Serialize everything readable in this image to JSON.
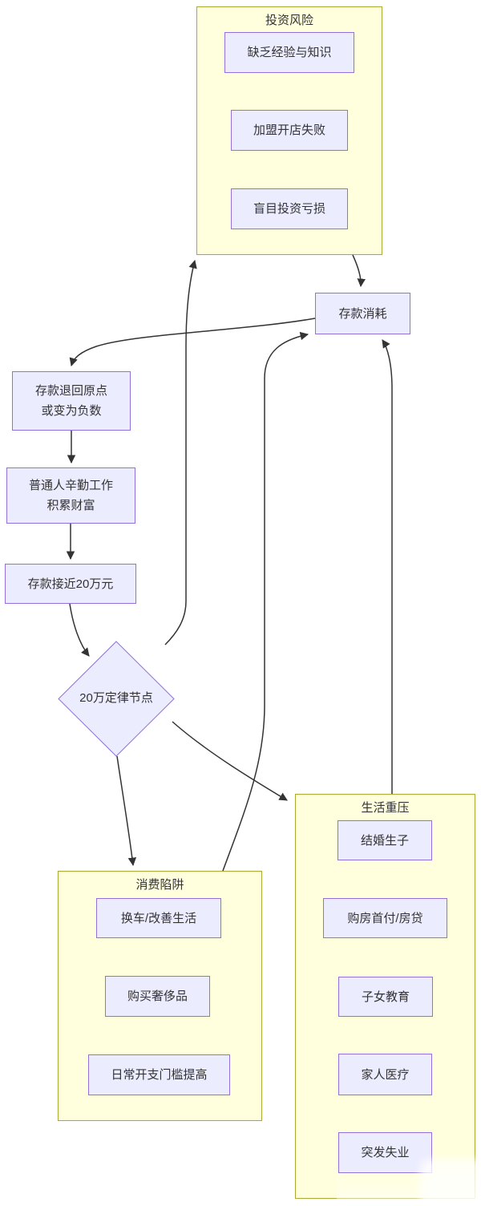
{
  "groups": {
    "investment": {
      "title": "投资风险",
      "items": [
        "缺乏经验与知识",
        "加盟开店失败",
        "盲目投资亏损"
      ]
    },
    "consumption": {
      "title": "消费陷阱",
      "items": [
        "换车/改善生活",
        "购买奢侈品",
        "日常开支门槛提高"
      ]
    },
    "life": {
      "title": "生活重压",
      "items": [
        "结婚生子",
        "购房首付/房贷",
        "子女教育",
        "家人医疗",
        "突发失业"
      ]
    }
  },
  "nodes": {
    "deposit_consumption": "存款消耗",
    "deposit_reset": "存款退回原点\n或变为负数",
    "ordinary_work": "普通人辛勤工作\n积累财富",
    "deposit_near_200k": "存款接近20万元",
    "rule_node": "20万定律节点"
  },
  "edges": [
    {
      "from": "投资风险",
      "to": "存款消耗"
    },
    {
      "from": "存款消耗",
      "to": "存款退回原点或变为负数"
    },
    {
      "from": "存款退回原点或变为负数",
      "to": "普通人辛勤工作积累财富"
    },
    {
      "from": "普通人辛勤工作积累财富",
      "to": "存款接近20万元"
    },
    {
      "from": "存款接近20万元",
      "to": "20万定律节点"
    },
    {
      "from": "20万定律节点",
      "to": "投资风险"
    },
    {
      "from": "20万定律节点",
      "to": "消费陷阱"
    },
    {
      "from": "20万定律节点",
      "to": "生活重压"
    },
    {
      "from": "消费陷阱",
      "to": "存款消耗"
    },
    {
      "from": "生活重压",
      "to": "存款消耗"
    }
  ],
  "colors": {
    "node_fill": "#ECECFF",
    "node_border": "#9370DB",
    "group_fill": "#ffffde",
    "group_border": "#aaaa33",
    "edge": "#333333",
    "text": "#333333"
  }
}
